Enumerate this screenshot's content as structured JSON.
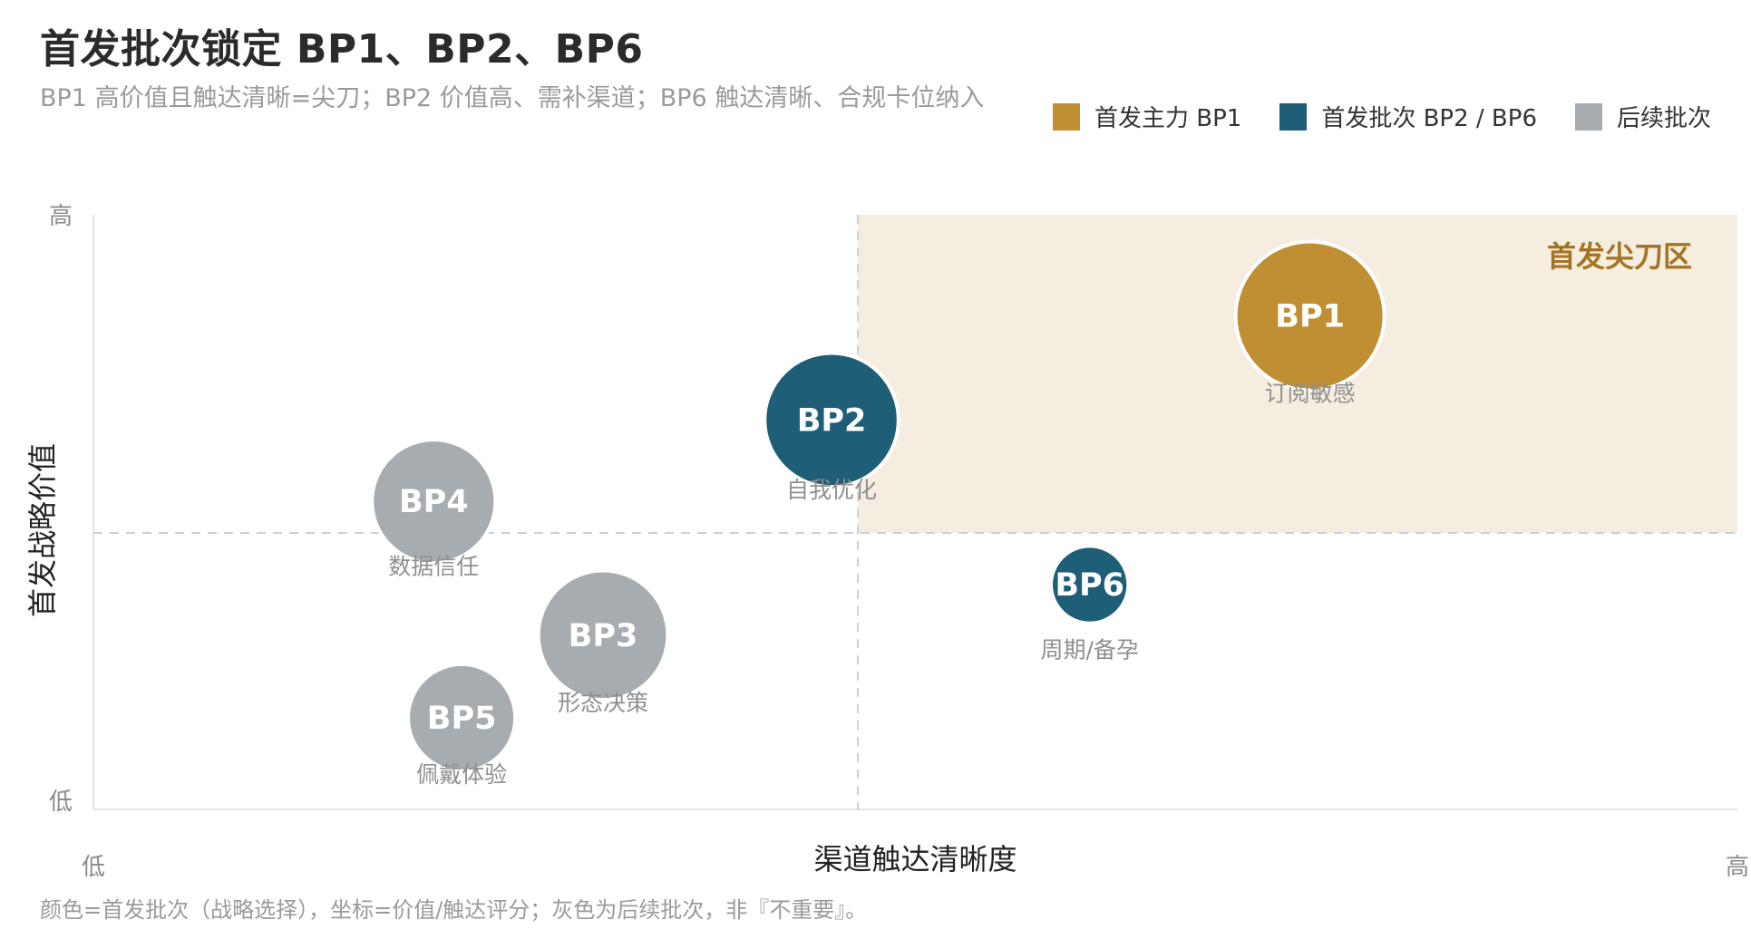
{
  "title": "首发批次锁定 BP1、BP2、BP6",
  "subtitle": "BP1 高价值且触达清晰=尖刀；BP2 价值高、需补渠道；BP6 触达清晰、合规卡位纳入",
  "footnote": "颜色=首发批次（战略选择），坐标=价值/触达评分；灰色为后续批次，非『不重要』。",
  "legend": [
    {
      "label": "首发主力 BP1",
      "color": "#c18f33"
    },
    {
      "label": "首发批次 BP2 / BP6",
      "color": "#1f5e77"
    },
    {
      "label": "后续批次",
      "color": "#a7acb1"
    }
  ],
  "chart_data": {
    "type": "scatter",
    "xlabel": "渠道触达清晰度",
    "ylabel": "首发战略价值",
    "x_ticks": {
      "low": "低",
      "high": "高"
    },
    "y_ticks": {
      "low": "低",
      "high": "高"
    },
    "xlim": [
      0,
      1
    ],
    "ylim": [
      0,
      1
    ],
    "thresholds": {
      "x": 0.465,
      "y": 0.465
    },
    "zone": {
      "label": "首发尖刀区",
      "color": "#f5ede0",
      "label_color": "#a47423"
    },
    "points": [
      {
        "id": "BP1",
        "sublabel": "订阅敏感",
        "x": 0.74,
        "y": 0.83,
        "size": 1.0,
        "group": "首发主力 BP1",
        "color": "#c18f33"
      },
      {
        "id": "BP2",
        "sublabel": "自我优化",
        "x": 0.449,
        "y": 0.655,
        "size": 0.9,
        "group": "首发批次 BP2 / BP6",
        "color": "#1f5e77"
      },
      {
        "id": "BP4",
        "sublabel": "数据信任",
        "x": 0.207,
        "y": 0.518,
        "size": 0.83,
        "group": "后续批次",
        "color": "#a7acb1"
      },
      {
        "id": "BP6",
        "sublabel": "周期/备孕",
        "x": 0.606,
        "y": 0.378,
        "size": 0.52,
        "group": "首发批次 BP2 / BP6",
        "color": "#1f5e77"
      },
      {
        "id": "BP3",
        "sublabel": "形态决策",
        "x": 0.31,
        "y": 0.293,
        "size": 0.87,
        "group": "后续批次",
        "color": "#a7acb1"
      },
      {
        "id": "BP5",
        "sublabel": "佩戴体验",
        "x": 0.224,
        "y": 0.154,
        "size": 0.72,
        "group": "后续批次",
        "color": "#a7acb1"
      }
    ]
  }
}
